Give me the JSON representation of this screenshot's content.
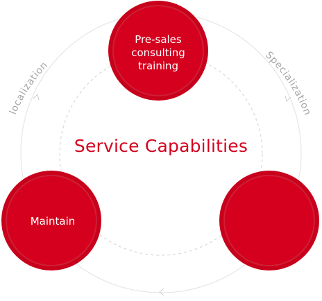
{
  "diagram": {
    "center_title": "Service Capabilities",
    "nodes": [
      {
        "id": "top",
        "label": "Pre-sales consulting training"
      },
      {
        "id": "left",
        "label": "Maintain"
      },
      {
        "id": "right",
        "label": ""
      }
    ],
    "arc_labels": {
      "left": "localization",
      "right": "Specialization"
    },
    "colors": {
      "accent": "#d5001e",
      "node_fill": "#d5001e",
      "node_ring": "#c8001b",
      "outer_ring": "#e6e6e6",
      "dashed_ring": "#d9d9d9",
      "arc_text": "#a6a6a6"
    }
  }
}
